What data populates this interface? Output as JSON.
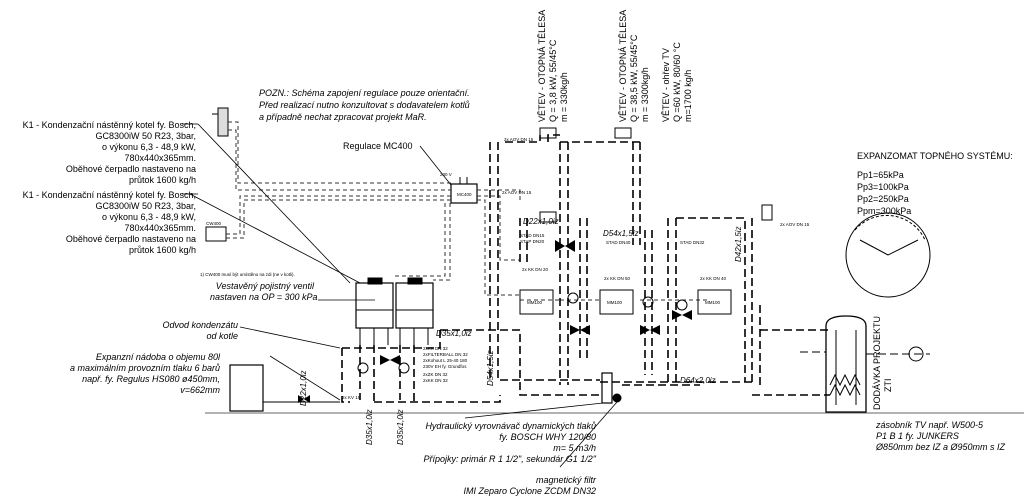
{
  "note": {
    "line1": "POZN.: Schéma zapojení regulace pouze orientační.",
    "line2": "Před realizací nutno konzultovat s dodavatelem kotlů",
    "line3": "a případně nechat zpracovat projekt MaR."
  },
  "boiler_label": {
    "line1": "K1 - Kondenzační nástěnný kotel fy. Bosch,",
    "line2": "GC8300iW 50 R23, 3bar,",
    "line3": "o     výkonu 6,3 - 48,9 kW,",
    "line4": "780x440x365mm.",
    "line5": "Oběhové čerpadlo nastaveno na",
    "line6": "průtok 1600 kg/h"
  },
  "boiler_label2": {
    "line1": "K1 - Kondenzační nástěnný kotel fy. Bosch,",
    "line2": "GC8300iW 50 R23, 3bar,",
    "line3": "o výkonu 6,3 - 48,9 kW,",
    "line4": "780x440x365mm.",
    "line5": "Oběhové čerpadlo nastaveno na",
    "line6": "průtok 1600 kg/h"
  },
  "regulator_label": "Regulace MC400",
  "safety_valve": {
    "line1": "Vestavěný pojistný ventil",
    "line2": "nastaven na OP = 300 kPa"
  },
  "condensate": {
    "line1": "Odvod kondenzátu",
    "line2": "od kotle"
  },
  "expansion_vessel": {
    "line1": "Expanzní nádoba o objemu 80l",
    "line2": "a maximálním provozním tlaku 6 barů",
    "line3": "např. fy. Regulus HS080 ø450mm,",
    "line4": "v=662mm"
  },
  "branches": [
    {
      "line1": "VĚTEV - OTOPNÁ TĚLESA",
      "line2": "Q = 3,8 kW, 55/45°C",
      "line3": "m = 330kg/h"
    },
    {
      "line1": "VĚTEV - OTOPNÁ TĚLESA",
      "line2": "Q = 38,5 kW, 55/45°C",
      "line3": "m = 3300kg/h"
    },
    {
      "line1": "VĚTEV - ohřev TV",
      "line2": "Q =60 kW, 80/60 °C",
      "line3": "m=1700 kg/h"
    }
  ],
  "expanzomat": {
    "title": "EXPANZOMAT TOPNÉHO SYSTÉMU:",
    "p1": "Pp1=65kPa",
    "p3": "Pp3=100kPa",
    "p2": "Pp2=250kPa",
    "pm": "Ppm=300kPa"
  },
  "delivery": {
    "line1": "DODÁVKA PROJEKTU",
    "line2": "ZTI"
  },
  "tank": {
    "line1": "zásobník TV např. W500-5",
    "line2": "P1 B 1 fy. JUNKERS",
    "line3": "Ø850mm bez IZ a Ø950mm s IZ"
  },
  "separator": {
    "line1": "Hydraulický vyrovnávač dynamických tlaků",
    "line2": "fy.    BOSCH WHY 120/80",
    "line3": "m= 5 m3/h",
    "line4": "Přípojky: primár R 1 1/2\", sekundár G1 1/2\""
  },
  "filter": {
    "line1": "magnetický filtr",
    "line2": "IMI Zeparo Cyclone ZCDM DN32"
  },
  "pipes": {
    "d22_top": "D22x1,0iz",
    "d54_top": "D54x1,5iz",
    "d42_right": "D42x1,5iz",
    "d35_mid": "D35x1,0iz",
    "d54_left": "D54x1,5iz",
    "d64": "D64x2,0iz",
    "d22_bottom": "D22x1,0iz",
    "d35_b1": "D35x1,0iz",
    "d35_b2": "D35x1,0iz"
  },
  "small": {
    "aov1": "2x AOV DN 15",
    "aov2": "2x AOV DN 15",
    "aov3": "2x AOV DN 15",
    "stad1": "STAD DN15",
    "stap1": "STAP DN20",
    "stad2": "STAD DN40",
    "stad3": "STAD DN32",
    "xk1": "2x KK DN 20",
    "xk2": "2x KK DN 50",
    "xk3": "2x KK DN 40",
    "mm1": "MM100",
    "mm2": "MM100",
    "mm3": "MM100",
    "mc400": "MC400",
    "cw400": "CW400",
    "v230": "230 V",
    "cw_note": "1) CW400 musí být umístěno na zdi (ne v kotli).",
    "boiler_fittings1": "2xKK DN 32",
    "boiler_fittings2": "2xFILTERBALL DN 32",
    "boiler_fittings3": "2xKohout L 25-40 180",
    "boiler_fittings4": "230V EH fy. Grundfos",
    "boiler_fittings5": "2xZK DN 32",
    "boiler_fittings6": "2xKK DN 32",
    "kv15": "2x KV 15"
  }
}
